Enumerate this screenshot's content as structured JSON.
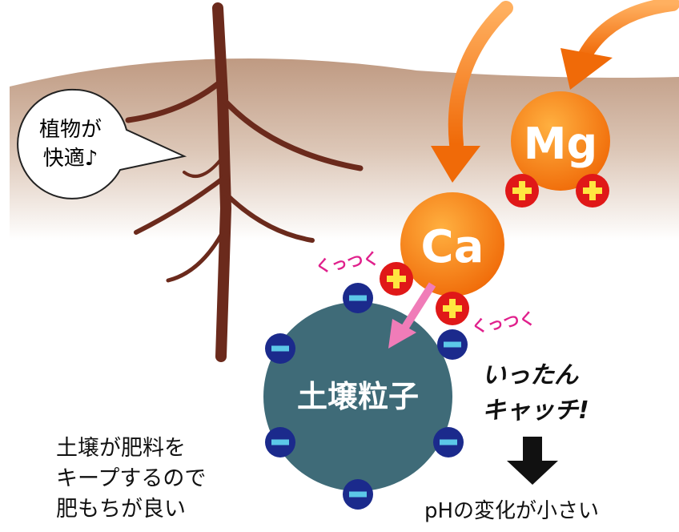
{
  "colors": {
    "root": "#6b2a1c",
    "soil_top": "#bf9a82",
    "ion_orange": "#f07a10",
    "plus_red": "#e01818",
    "plus_yellow": "#ffe640",
    "particle": "#3f6b78",
    "minus_navy": "#1b2a8c",
    "minus_cyan": "#5cc8e8",
    "stick_magenta": "#e0208c",
    "arrow_pink": "#f07cb8"
  },
  "bubble": {
    "line1": "植物が",
    "line2": "快適♪"
  },
  "ions": {
    "mg": "Mg",
    "ca": "Ca",
    "plus": "+",
    "minus": "−"
  },
  "stick_label": "くっつく",
  "particle_label": "土壌粒子",
  "catch": {
    "line1": "いったん",
    "line2": "キャッチ!"
  },
  "ph_note": "pHの変化が小さい",
  "keep_note": {
    "line1": "土壌が肥料を",
    "line2": "キープするので",
    "line3": "肥もちが良い"
  }
}
